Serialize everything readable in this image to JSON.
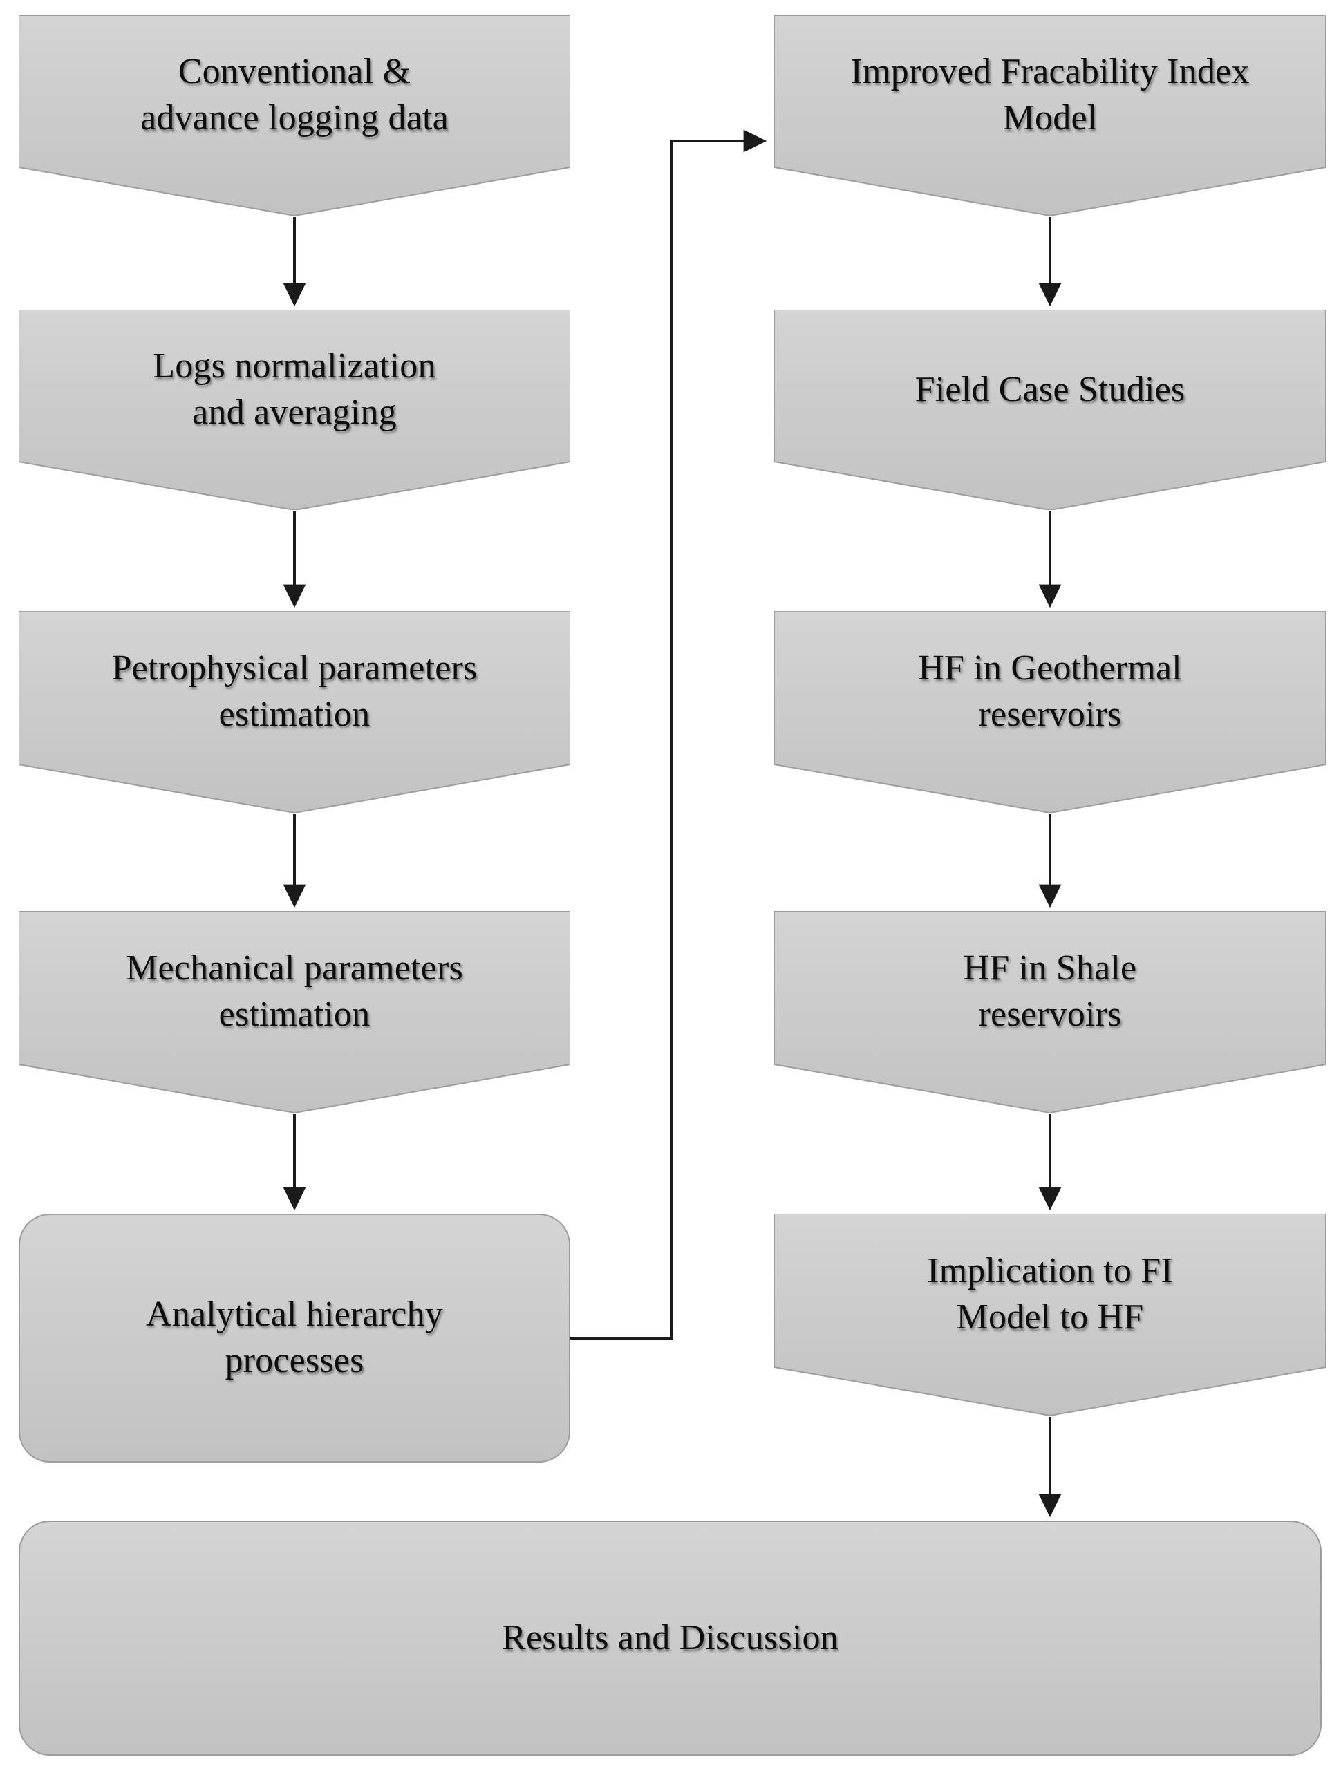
{
  "diagram": {
    "title": "Research workflow flowchart",
    "theme": {
      "node_fill_top": "#d2d2d2",
      "node_fill_bottom": "#c4c4c4",
      "node_stroke": "#9b9b9b",
      "text_color": "#0d0d0d",
      "connector_color": "#1a1a1a",
      "background": "#ffffff"
    },
    "left_column": [
      {
        "id": "conventional-advance-logging-data",
        "label": "Conventional &\nadvance logging data",
        "shape": "chevron-down"
      },
      {
        "id": "logs-normalization-and-averaging",
        "label": "Logs normalization\nand averaging",
        "shape": "chevron-down"
      },
      {
        "id": "petrophysical-parameters-estimation",
        "label": "Petrophysical parameters\nestimation",
        "shape": "chevron-down"
      },
      {
        "id": "mechanical-parameters-estimation",
        "label": "Mechanical parameters\nestimation",
        "shape": "chevron-down"
      },
      {
        "id": "analytical-hierarchy-processes",
        "label": "Analytical hierarchy\nprocesses",
        "shape": "rounded-rect"
      }
    ],
    "right_column": [
      {
        "id": "improved-fracability-index-model",
        "label": "Improved Fracability Index\nModel",
        "shape": "chevron-down"
      },
      {
        "id": "field-case-studies",
        "label": "Field Case Studies",
        "shape": "chevron-down"
      },
      {
        "id": "hf-in-geothermal-reservoirs",
        "label": "HF in Geothermal\nreservoirs",
        "shape": "chevron-down"
      },
      {
        "id": "hf-in-shale-reservoirs",
        "label": "HF in Shale\nreservoirs",
        "shape": "chevron-down"
      },
      {
        "id": "implication-to-fi-model-to-hf",
        "label": "Implication to FI\nModel to HF",
        "shape": "chevron-down"
      }
    ],
    "footer_node": {
      "id": "results-and-discussion",
      "label": "Results and Discussion",
      "shape": "rounded-rect"
    },
    "connectors": [
      {
        "id": "c1",
        "from": "conventional-advance-logging-data",
        "to": "logs-normalization-and-averaging",
        "kind": "arrow-down"
      },
      {
        "id": "c2",
        "from": "logs-normalization-and-averaging",
        "to": "petrophysical-parameters-estimation",
        "kind": "arrow-down"
      },
      {
        "id": "c3",
        "from": "petrophysical-parameters-estimation",
        "to": "mechanical-parameters-estimation",
        "kind": "arrow-down"
      },
      {
        "id": "c4",
        "from": "mechanical-parameters-estimation",
        "to": "analytical-hierarchy-processes",
        "kind": "arrow-down"
      },
      {
        "id": "c5",
        "from": "analytical-hierarchy-processes",
        "to": "improved-fracability-index-model",
        "kind": "elbow-right-up-arrow"
      },
      {
        "id": "c6",
        "from": "improved-fracability-index-model",
        "to": "field-case-studies",
        "kind": "arrow-down"
      },
      {
        "id": "c7",
        "from": "field-case-studies",
        "to": "hf-in-geothermal-reservoirs",
        "kind": "arrow-down"
      },
      {
        "id": "c8",
        "from": "hf-in-geothermal-reservoirs",
        "to": "hf-in-shale-reservoirs",
        "kind": "arrow-down"
      },
      {
        "id": "c9",
        "from": "hf-in-shale-reservoirs",
        "to": "implication-to-fi-model-to-hf",
        "kind": "arrow-down"
      },
      {
        "id": "c10",
        "from": "implication-to-fi-model-to-hf",
        "to": "results-and-discussion",
        "kind": "arrow-down"
      }
    ]
  }
}
